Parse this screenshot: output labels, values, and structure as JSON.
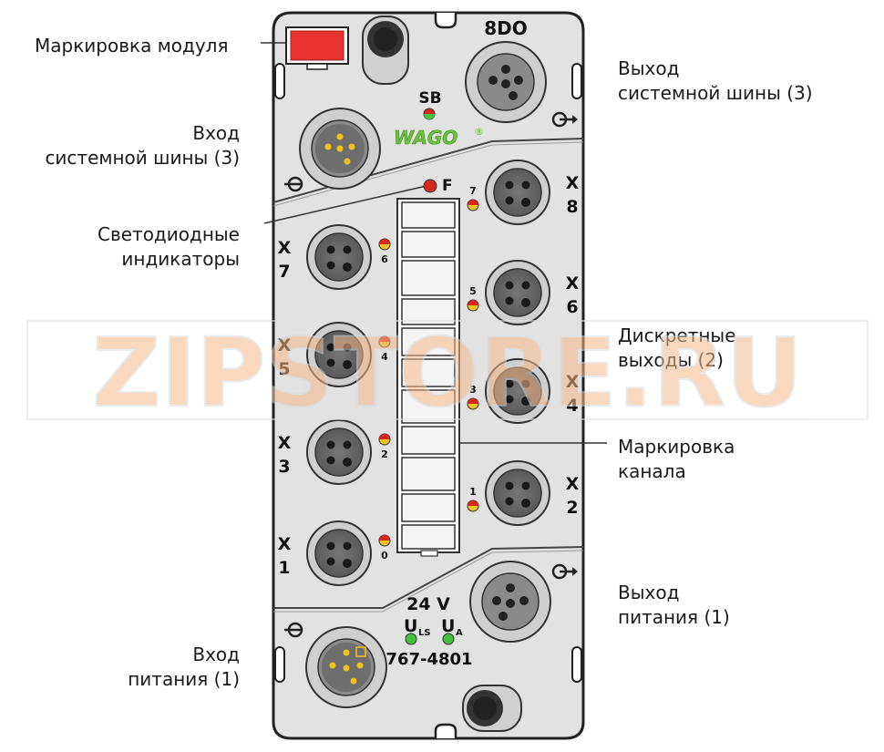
{
  "module": {
    "type_label": "8DO",
    "brand": "WAGO",
    "registered_mark": "®",
    "sb_label": "SB",
    "f_label": "F",
    "voltage_label": "24 V",
    "ul_label": "U",
    "ul_sub": "LS",
    "ua_label": "U",
    "ua_sub": "A",
    "part_number": "767-4801"
  },
  "ports_left": [
    {
      "name": "X",
      "num": "7",
      "led": "6"
    },
    {
      "name": "X",
      "num": "5",
      "led": "4"
    },
    {
      "name": "X",
      "num": "3",
      "led": "2"
    },
    {
      "name": "X",
      "num": "1",
      "led": "0"
    }
  ],
  "ports_right": [
    {
      "name": "X",
      "num": "8",
      "led": "7"
    },
    {
      "name": "X",
      "num": "6",
      "led": "5"
    },
    {
      "name": "X",
      "num": "4",
      "led": "3"
    },
    {
      "name": "X",
      "num": "2",
      "led": "1"
    }
  ],
  "callouts": {
    "module_marking": "Маркировка модуля",
    "bus_in_1": "Вход",
    "bus_in_2": "системной шины (3)",
    "leds_1": "Светодиодные",
    "leds_2": "индикаторы",
    "power_in_1": "Вход",
    "power_in_2": "питания (1)",
    "bus_out_1": "Выход",
    "bus_out_2": "системной шины (3)",
    "outputs_1": "Дискретные",
    "outputs_2": "выходы (2)",
    "channel_1": "Маркировка",
    "channel_2": "канала",
    "power_out_1": "Выход",
    "power_out_2": "питания (1)"
  },
  "watermark": "ZIPSTORE.RU",
  "colors": {
    "housing": "#e2e2e2",
    "outline": "#222222",
    "module_marker": "#e8332e",
    "led_red": "#d9261c",
    "led_yellow": "#f2c21b",
    "led_green": "#44c23a",
    "wago_green": "#6cc13b",
    "watermark": "#f4b98a"
  }
}
